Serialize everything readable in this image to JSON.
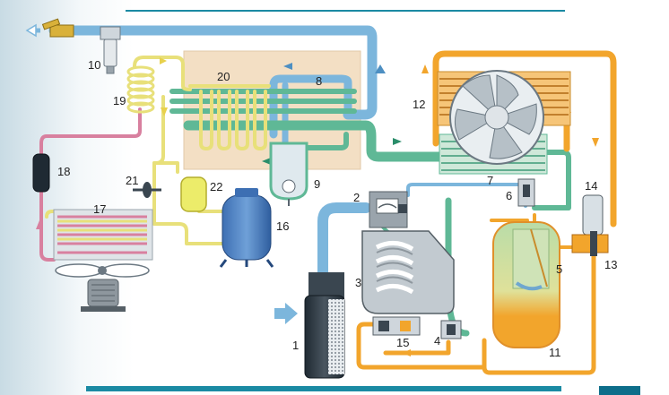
{
  "colors": {
    "air": "#7cb6dc",
    "air_dark": "#4d8fc2",
    "oil": "#f2a52c",
    "refrigerant_low": "#e8e07a",
    "refrigerant_high": "#d8809f",
    "cooling_air": "#5fb896",
    "housing": "#f3dfc4",
    "background": "#ffffff",
    "accent_bar": "#1b8aa3"
  },
  "labels": [
    "1",
    "2",
    "3",
    "4",
    "5",
    "6",
    "7",
    "8",
    "9",
    "10",
    "11",
    "12",
    "13",
    "14",
    "15",
    "16",
    "17",
    "18",
    "19",
    "20",
    "21",
    "22"
  ],
  "icons": [
    "airflow-arrow-icon",
    "fan-icon",
    "motor-icon",
    "air-inlet-arrow-icon"
  ]
}
